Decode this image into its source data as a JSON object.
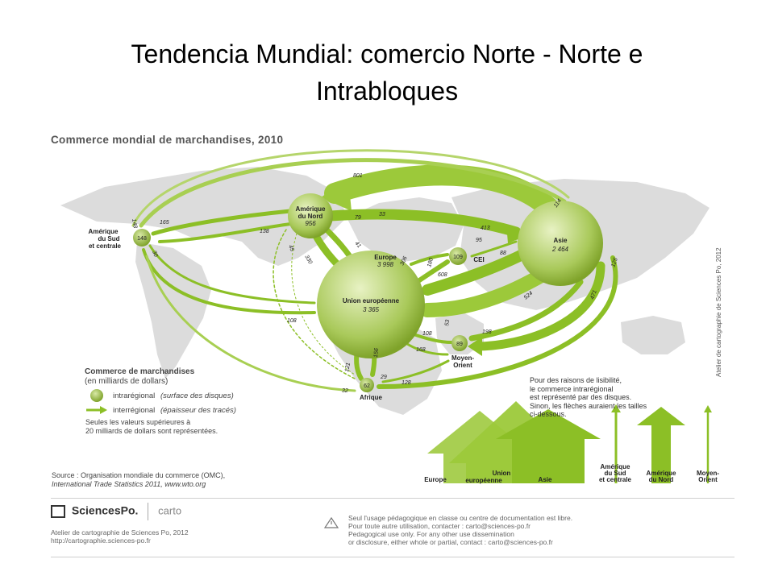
{
  "slide": {
    "title_line1": "Tendencia Mundial: comercio Norte - Norte e",
    "title_line2": "Intrabloques"
  },
  "map": {
    "title": "Commerce mondial de marchandises, 2010",
    "credit_vertical": "Atelier de cartographie de Sciences Po, 2012"
  },
  "nodes": {
    "ams": {
      "line1": "Amérique",
      "line2": "du Sud",
      "line3": "et centrale",
      "value": "148"
    },
    "amn": {
      "line1": "Amérique",
      "line2": "du Nord",
      "value": "956"
    },
    "eu": {
      "line1": "Union européenne",
      "value": "3 365"
    },
    "europe": {
      "line1": "Europe",
      "value": "3 998"
    },
    "cei": {
      "name": "CEI",
      "value": "109"
    },
    "asie": {
      "name": "Asie",
      "value": "2 464"
    },
    "mo": {
      "line1": "Moyen-",
      "line2": "Orient",
      "value": "89"
    },
    "afr": {
      "name": "Afrique",
      "value": "62"
    }
  },
  "flows": [
    "801",
    "114",
    "165",
    "148",
    "138",
    "79",
    "33",
    "413",
    "95",
    "88",
    "125",
    "45",
    "330",
    "41",
    "306",
    "180",
    "608",
    "524",
    "471",
    "108",
    "53",
    "198",
    "108",
    "168",
    "121",
    "156",
    "29",
    "128",
    "32",
    "30"
  ],
  "legend": {
    "title_line1": "Commerce de marchandises",
    "title_line2": "(en milliards de dollars)",
    "intra_label": "intrarégional",
    "intra_note": "(surface des disques)",
    "inter_label": "interrégional",
    "inter_note": "(épaisseur des tracés)",
    "note_line1": "Seules les valeurs supérieures à",
    "note_line2": "20 milliards de dollars sont représentées."
  },
  "readability": {
    "line1": "Pour des raisons de lisibilité,",
    "line2": "le commerce intrarégional",
    "line3": "est représenté par des disques.",
    "line4": "Sinon, les flèches auraient les tailles",
    "line5": "ci-dessous."
  },
  "comparison_labels": {
    "europe": "Europe",
    "ue_line1": "Union",
    "ue_line2": "européenne",
    "asie": "Asie",
    "ams_line1": "Amérique",
    "ams_line2": "du Sud",
    "ams_line3": "et centrale",
    "amn_line1": "Amérique",
    "amn_line2": "du Nord",
    "mo_line1": "Moyen-",
    "mo_line2": "Orient"
  },
  "source": {
    "line1": "Source : Organisation mondiale du commerce (OMC),",
    "line2": "International Trade Statistics 2011, www.wto.org"
  },
  "footer": {
    "logo": "SciencesPo.",
    "carto": "carto",
    "atelier_line1": "Atelier de cartographie de Sciences Po, 2012",
    "atelier_line2": "http://cartographie.sciences-po.fr",
    "usage_line1": "Seul l'usage pédagogique en classe ou centre de documentation est libre.",
    "usage_line2": "Pour toute autre utilisation, contacter : carto@sciences-po.fr",
    "usage_line3": "Pedagogical use only. For any other use dissemination",
    "usage_line4": "or disclosure, either whole or partial, contact : carto@sciences-po.fr"
  },
  "colors": {
    "flow": "#8cbf26",
    "flow_light": "#c3dd7e",
    "land": "#dcdcdc",
    "disc_dark": "#7fa32a",
    "disc_light": "#d6e7a0"
  }
}
